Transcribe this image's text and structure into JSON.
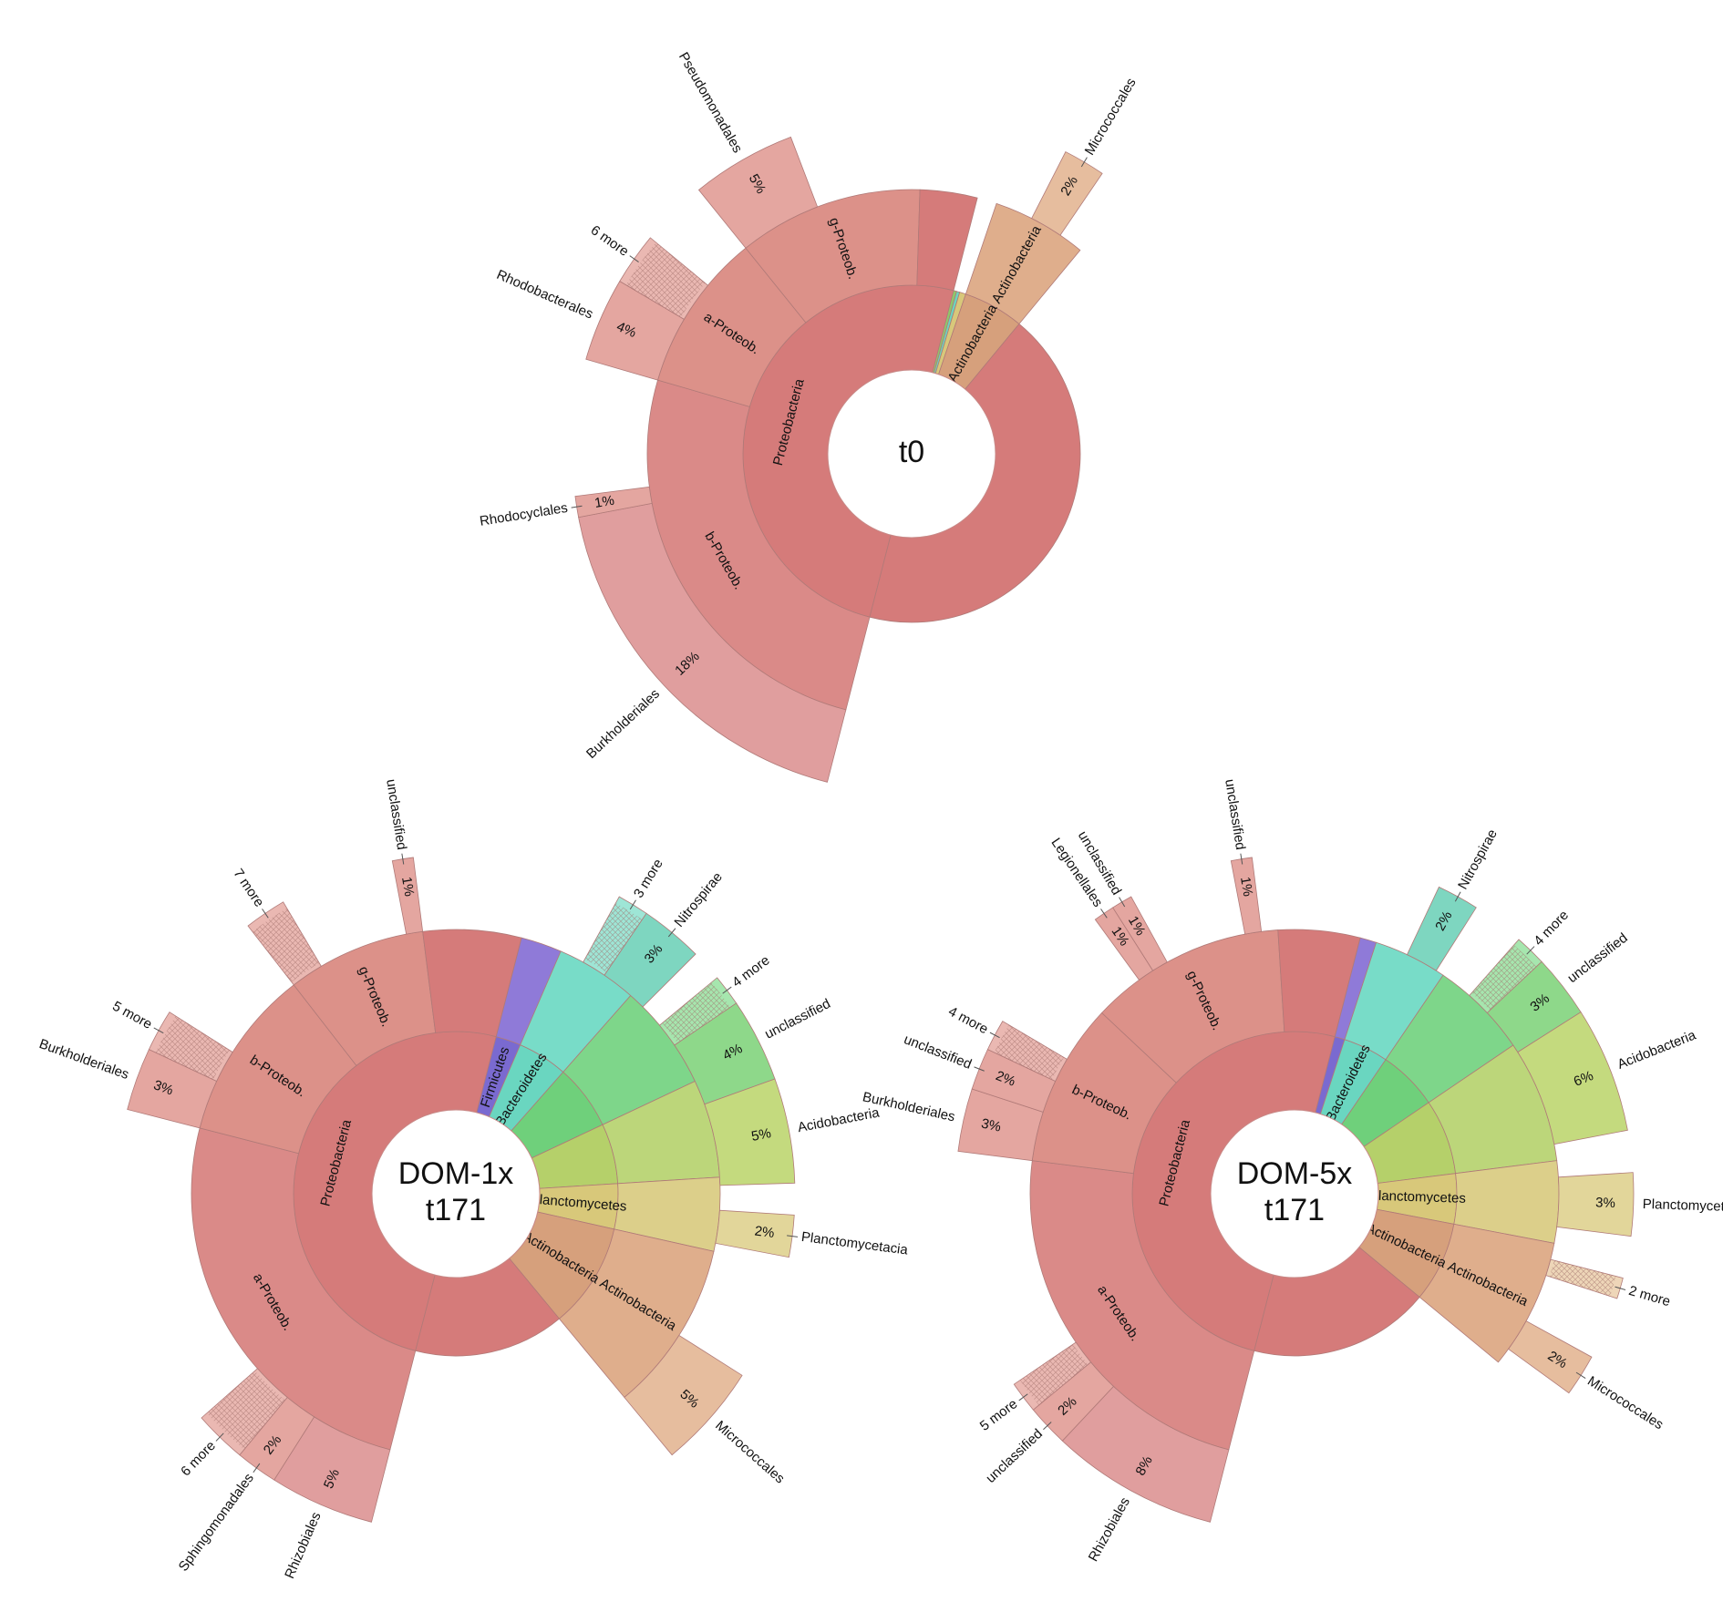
{
  "chart_data": [
    {
      "type": "sunburst",
      "center_label": [
        "t0"
      ],
      "palette": {
        "proteo": "#d57b7a",
        "actino": "#d6a07c",
        "plancto": "#d8c87a",
        "acido": "#b5d06a",
        "nitro": "#6fd07b",
        "bactero": "#6ad6c0",
        "firmi": "#7a6ad0"
      },
      "rings": [
        {
          "level": "phylum",
          "segments": [
            {
              "label": "Proteobacteria",
              "start": 0.0,
              "end": 0.5,
              "color": "#d57b7a"
            },
            {
              "label": "",
              "start": 0.5,
              "end": 0.503,
              "color": "#8fc86a"
            },
            {
              "label": "",
              "start": 0.503,
              "end": 0.506,
              "color": "#6ad6c0"
            },
            {
              "label": "",
              "start": 0.506,
              "end": 0.512,
              "color": "#d8c87a"
            },
            {
              "label": "Actinobacteria",
              "start": 0.512,
              "end": 0.57,
              "color": "#d6a07c"
            },
            {
              "label": "",
              "start": 0.57,
              "end": 1.0,
              "color": "#d57b7a"
            }
          ]
        },
        {
          "level": "class",
          "segments": [
            {
              "label": "b-Proteob.",
              "start": 0.0,
              "end": 0.255,
              "color": "#da8a88"
            },
            {
              "label": "a-Proteob.",
              "start": 0.255,
              "end": 0.352,
              "color": "#dc9189"
            },
            {
              "label": "g-Proteob.",
              "start": 0.352,
              "end": 0.465,
              "color": "#dc9189"
            },
            {
              "label": "",
              "start": 0.465,
              "end": 0.5,
              "color": "#d57b7a"
            },
            {
              "label": "Actinobacteria",
              "start": 0.512,
              "end": 0.57,
              "color": "#dfae8c"
            }
          ]
        },
        {
          "level": "order",
          "segments": [
            {
              "label": "Burkholderiales",
              "value": "18%",
              "start": 0.0,
              "end": 0.18,
              "color": "#e09e9e"
            },
            {
              "label": "Rhodocyclales",
              "value": "1%",
              "start": 0.18,
              "end": 0.19,
              "color": "#e4a6a0"
            },
            {
              "label": "Rhodobacterales",
              "value": "4%",
              "start": 0.255,
              "end": 0.295,
              "color": "#e4a6a0"
            },
            {
              "label": "6 more",
              "start": 0.295,
              "end": 0.32,
              "color": "#eab8b2",
              "hatch": true
            },
            {
              "label": "Pseudomonadales",
              "value": "5%",
              "start": 0.352,
              "end": 0.402,
              "color": "#e4a6a0"
            },
            {
              "label": "Micrococcales",
              "value": "2%",
              "start": 0.535,
              "end": 0.555,
              "color": "#e6bd9e"
            }
          ]
        }
      ]
    },
    {
      "type": "sunburst",
      "center_label": [
        "DOM-1x",
        "t171"
      ],
      "rings": [
        {
          "level": "phylum",
          "segments": [
            {
              "label": "Proteobacteria",
              "start": 0.0,
              "end": 0.5,
              "color": "#d57b7a"
            },
            {
              "label": "Firmicutes",
              "start": 0.5,
              "end": 0.525,
              "color": "#7a6ad0"
            },
            {
              "label": "Bacteroidetes",
              "start": 0.525,
              "end": 0.575,
              "color": "#6ad6c0"
            },
            {
              "label": "",
              "start": 0.575,
              "end": 0.64,
              "color": "#6fd07b"
            },
            {
              "label": "",
              "start": 0.64,
              "end": 0.7,
              "color": "#b5d06a"
            },
            {
              "label": "Planctomycetes",
              "start": 0.7,
              "end": 0.745,
              "color": "#d8c87a"
            },
            {
              "label": "Actinobacteria",
              "start": 0.745,
              "end": 0.85,
              "color": "#d6a07c"
            },
            {
              "label": "",
              "start": 0.85,
              "end": 1.0,
              "color": "#d57b7a"
            }
          ]
        },
        {
          "level": "class",
          "segments": [
            {
              "label": "a-Proteob.",
              "start": 0.0,
              "end": 0.25,
              "color": "#da8a88"
            },
            {
              "label": "b-Proteob.",
              "start": 0.25,
              "end": 0.355,
              "color": "#dc9189"
            },
            {
              "label": "g-Proteob.",
              "start": 0.355,
              "end": 0.44,
              "color": "#dc9189"
            },
            {
              "label": "",
              "start": 0.44,
              "end": 0.5,
              "color": "#d57b7a"
            },
            {
              "label": "",
              "start": 0.5,
              "end": 0.525,
              "color": "#8f7ad8"
            },
            {
              "label": "",
              "start": 0.525,
              "end": 0.575,
              "color": "#78dcc8"
            },
            {
              "label": "",
              "start": 0.575,
              "end": 0.64,
              "color": "#7ed68a"
            },
            {
              "label": "",
              "start": 0.64,
              "end": 0.7,
              "color": "#bcd67a"
            },
            {
              "label": "",
              "start": 0.7,
              "end": 0.745,
              "color": "#dccf8a"
            },
            {
              "label": "Actinobacteria",
              "start": 0.745,
              "end": 0.85,
              "color": "#dfae8c"
            }
          ]
        },
        {
          "level": "order",
          "segments": [
            {
              "label": "Rhizobiales",
              "value": "5%",
              "start": 0.0,
              "end": 0.05,
              "color": "#e09e9e"
            },
            {
              "label": "Sphingomonadales",
              "value": "2%",
              "start": 0.05,
              "end": 0.07,
              "color": "#e4a6a0"
            },
            {
              "label": "6 more",
              "start": 0.07,
              "end": 0.095,
              "color": "#eab8b2",
              "hatch": true
            },
            {
              "label": "Burkholderiales",
              "value": "3%",
              "start": 0.25,
              "end": 0.28,
              "color": "#e4a6a0"
            },
            {
              "label": "5 more",
              "start": 0.28,
              "end": 0.3,
              "color": "#eab8b2",
              "hatch": true
            },
            {
              "label": "7 more",
              "start": 0.355,
              "end": 0.375,
              "color": "#eab8b2",
              "hatch": true
            },
            {
              "label": "unclassified",
              "value": "1%",
              "start": 0.43,
              "end": 0.44,
              "color": "#e4a6a0"
            },
            {
              "label": "3 more",
              "start": 0.54,
              "end": 0.555,
              "color": "#9ee6d6",
              "hatch": true
            },
            {
              "label": "Nitrospirae",
              "value": "3%",
              "start": 0.555,
              "end": 0.585,
              "color": "#7ed6c0"
            },
            {
              "label": "4 more",
              "start": 0.6,
              "end": 0.615,
              "color": "#a6e6ae",
              "hatch": true
            },
            {
              "label": "unclassified",
              "value": "4%",
              "start": 0.615,
              "end": 0.655,
              "color": "#8ed88a"
            },
            {
              "label": "Acidobacteria",
              "value": "5%",
              "start": 0.655,
              "end": 0.705,
              "color": "#c4da7e"
            },
            {
              "label": "Planctomycetacia",
              "value": "2%",
              "start": 0.72,
              "end": 0.74,
              "color": "#e2d69a"
            },
            {
              "label": "Micrococcales",
              "value": "5%",
              "start": 0.8,
              "end": 0.85,
              "color": "#e6bd9e"
            }
          ]
        }
      ]
    },
    {
      "type": "sunburst",
      "center_label": [
        "DOM-5x",
        "t171"
      ],
      "rings": [
        {
          "level": "phylum",
          "segments": [
            {
              "label": "Proteobacteria",
              "start": 0.0,
              "end": 0.5,
              "color": "#d57b7a"
            },
            {
              "label": "",
              "start": 0.5,
              "end": 0.51,
              "color": "#7a6ad0"
            },
            {
              "label": "Bacteroidetes",
              "start": 0.51,
              "end": 0.555,
              "color": "#6ad6c0"
            },
            {
              "label": "",
              "start": 0.555,
              "end": 0.615,
              "color": "#6fd07b"
            },
            {
              "label": "",
              "start": 0.615,
              "end": 0.69,
              "color": "#b5d06a"
            },
            {
              "label": "Planctomycetes",
              "start": 0.69,
              "end": 0.74,
              "color": "#d8c87a"
            },
            {
              "label": "Actinobacteria",
              "start": 0.74,
              "end": 0.82,
              "color": "#d6a07c"
            },
            {
              "label": "",
              "start": 0.82,
              "end": 1.0,
              "color": "#d57b7a"
            }
          ]
        },
        {
          "level": "class",
          "segments": [
            {
              "label": "a-Proteob.",
              "start": 0.0,
              "end": 0.23,
              "color": "#da8a88"
            },
            {
              "label": "b-Proteob.",
              "start": 0.23,
              "end": 0.33,
              "color": "#dc9189"
            },
            {
              "label": "g-Proteob.",
              "start": 0.33,
              "end": 0.45,
              "color": "#dc9189"
            },
            {
              "label": "",
              "start": 0.45,
              "end": 0.5,
              "color": "#d57b7a"
            },
            {
              "label": "",
              "start": 0.5,
              "end": 0.51,
              "color": "#8f7ad8"
            },
            {
              "label": "",
              "start": 0.51,
              "end": 0.555,
              "color": "#78dcc8"
            },
            {
              "label": "",
              "start": 0.555,
              "end": 0.615,
              "color": "#7ed68a"
            },
            {
              "label": "",
              "start": 0.615,
              "end": 0.69,
              "color": "#bcd67a"
            },
            {
              "label": "",
              "start": 0.69,
              "end": 0.74,
              "color": "#dccf8a"
            },
            {
              "label": "Actinobacteria",
              "start": 0.74,
              "end": 0.82,
              "color": "#dfae8c"
            }
          ]
        },
        {
          "level": "order",
          "segments": [
            {
              "label": "Rhizobiales",
              "value": "8%",
              "start": 0.0,
              "end": 0.08,
              "color": "#e09e9e"
            },
            {
              "label": "unclassified",
              "value": "2%",
              "start": 0.08,
              "end": 0.1,
              "color": "#e4a6a0"
            },
            {
              "label": "5 more",
              "start": 0.1,
              "end": 0.115,
              "color": "#eab8b2",
              "hatch": true
            },
            {
              "label": "Burkholderiales",
              "value": "3%",
              "start": 0.23,
              "end": 0.26,
              "color": "#e4a6a0"
            },
            {
              "label": "unclassified",
              "value": "2%",
              "start": 0.26,
              "end": 0.28,
              "color": "#e4a6a0"
            },
            {
              "label": "4 more",
              "start": 0.28,
              "end": 0.295,
              "color": "#eab8b2",
              "hatch": true
            },
            {
              "label": "Legionellales",
              "value": "1%",
              "start": 0.36,
              "end": 0.37,
              "color": "#e4a6a0"
            },
            {
              "label": "unclassified",
              "value": "1%",
              "start": 0.37,
              "end": 0.38,
              "color": "#e4a6a0"
            },
            {
              "label": "unclassified",
              "value": "1%",
              "start": 0.43,
              "end": 0.44,
              "color": "#e4a6a0"
            },
            {
              "label": "Nitrospirae",
              "value": "2%",
              "start": 0.53,
              "end": 0.55,
              "color": "#7ed6c0"
            },
            {
              "label": "4 more",
              "start": 0.575,
              "end": 0.59,
              "color": "#a6e6ae",
              "hatch": true
            },
            {
              "label": "unclassified",
              "value": "3%",
              "start": 0.59,
              "end": 0.62,
              "color": "#8ed88a"
            },
            {
              "label": "Acidobacteria",
              "value": "6%",
              "start": 0.62,
              "end": 0.68,
              "color": "#c4da7e"
            },
            {
              "label": "Planctomycetacia",
              "value": "3%",
              "start": 0.7,
              "end": 0.73,
              "color": "#e2d69a"
            },
            {
              "label": "2 more",
              "start": 0.75,
              "end": 0.76,
              "color": "#eed6b8",
              "hatch": true
            },
            {
              "label": "Micrococcales",
              "value": "2%",
              "start": 0.79,
              "end": 0.81,
              "color": "#e6bd9e"
            }
          ]
        }
      ]
    }
  ]
}
